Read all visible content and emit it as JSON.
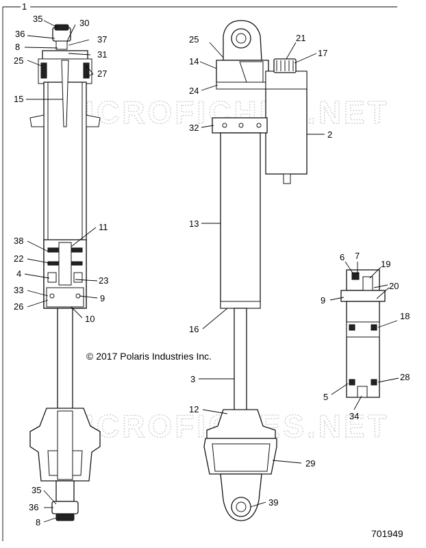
{
  "figure_id": "701949",
  "copyright": "© 2017 Polaris Industries Inc.",
  "watermark": "MICROFICHES.NET",
  "callouts": {
    "c1": "1",
    "c35a": "35",
    "c36a": "36",
    "c8a": "8",
    "c25a": "25",
    "c15": "15",
    "c30": "30",
    "c37": "37",
    "c31": "31",
    "c27": "27",
    "c38": "38",
    "c22": "22",
    "c4": "4",
    "c33": "33",
    "c26": "26",
    "c11": "11",
    "c23": "23",
    "c9a": "9",
    "c10": "10",
    "c35b": "35",
    "c36b": "36",
    "c8b": "8",
    "c25b": "25",
    "c14": "14",
    "c24": "24",
    "c32": "32",
    "c13": "13",
    "c16": "16",
    "c3": "3",
    "c12": "12",
    "c21": "21",
    "c17": "17",
    "c2": "2",
    "c29": "29",
    "c39": "39",
    "c6": "6",
    "c7": "7",
    "c19": "19",
    "c20": "20",
    "c9b": "9",
    "c18": "18",
    "c28": "28",
    "c5": "5",
    "c34": "34"
  }
}
